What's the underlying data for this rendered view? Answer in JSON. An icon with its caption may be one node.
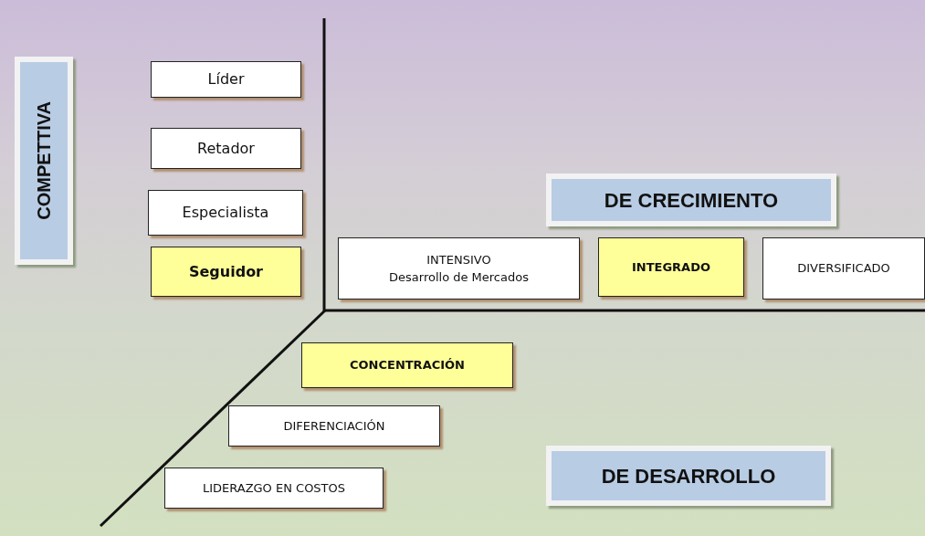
{
  "diagram": {
    "nodes": [
      {
        "text": [
          "COMPETTIVA"
        ]
      },
      {
        "text": [
          "Líder"
        ]
      },
      {
        "text": [
          "Retador"
        ]
      },
      {
        "text": [
          "Especialista"
        ]
      },
      {
        "text": [
          "Seguidor"
        ]
      },
      {
        "text": [
          "DE CRECIMIENTO"
        ]
      },
      {
        "text": [
          "INTENSIVO",
          "Desarrollo de Mercados"
        ]
      },
      {
        "text": [
          "INTEGRADO"
        ]
      },
      {
        "text": [
          "DIVERSIFICADO"
        ]
      },
      {
        "text": [
          "CONCENTRACIÓN"
        ]
      },
      {
        "text": [
          "DIFERENCIACIÓN"
        ]
      },
      {
        "text": [
          "DE DESARROLLO"
        ]
      },
      {
        "text": [
          "LIDERAZGO EN COSTOS"
        ]
      }
    ]
  }
}
